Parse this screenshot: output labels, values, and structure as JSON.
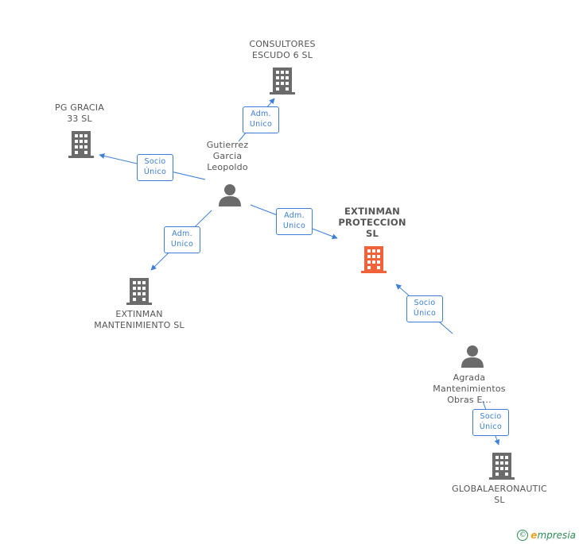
{
  "colors": {
    "edge": "#3d7fd6",
    "company_icon": "#6b6b6b",
    "focus_icon": "#f0623a",
    "person_icon": "#6b6b6b",
    "brand": "#2e8b57"
  },
  "nodes": {
    "consultores": {
      "label": "CONSULTORES\nESCUDO 6 SL",
      "icon": "building-icon"
    },
    "pg_gracia": {
      "label": "PG GRACIA\n33 SL",
      "icon": "building-icon"
    },
    "gutierrez": {
      "label": "Gutierrez\nGarcia\nLeopoldo",
      "icon": "person-icon"
    },
    "extinman_proteccion": {
      "label": "EXTINMAN\nPROTECCION\nSL",
      "icon": "building-icon"
    },
    "extinman_mantenimiento": {
      "label": "EXTINMAN\nMANTENIMIENTO SL",
      "icon": "building-icon"
    },
    "agrada": {
      "label": "Agrada\nMantenimientos\nObras E...",
      "icon": "person-icon"
    },
    "globalaeronautic": {
      "label": "GLOBALAERONAUTIC\nSL",
      "icon": "building-icon"
    }
  },
  "edges": {
    "e1": {
      "line1": "Adm.",
      "line2": "Unico"
    },
    "e2": {
      "line1": "Socio",
      "line2": "Único"
    },
    "e3": {
      "line1": "Adm.",
      "line2": "Unico"
    },
    "e4": {
      "line1": "Adm.",
      "line2": "Unico"
    },
    "e5": {
      "line1": "Socio",
      "line2": "Único"
    },
    "e6": {
      "line1": "Socio",
      "line2": "Único"
    }
  },
  "footer": {
    "copyright": "©",
    "brand_initial": "e",
    "brand_rest": "mpresia"
  }
}
